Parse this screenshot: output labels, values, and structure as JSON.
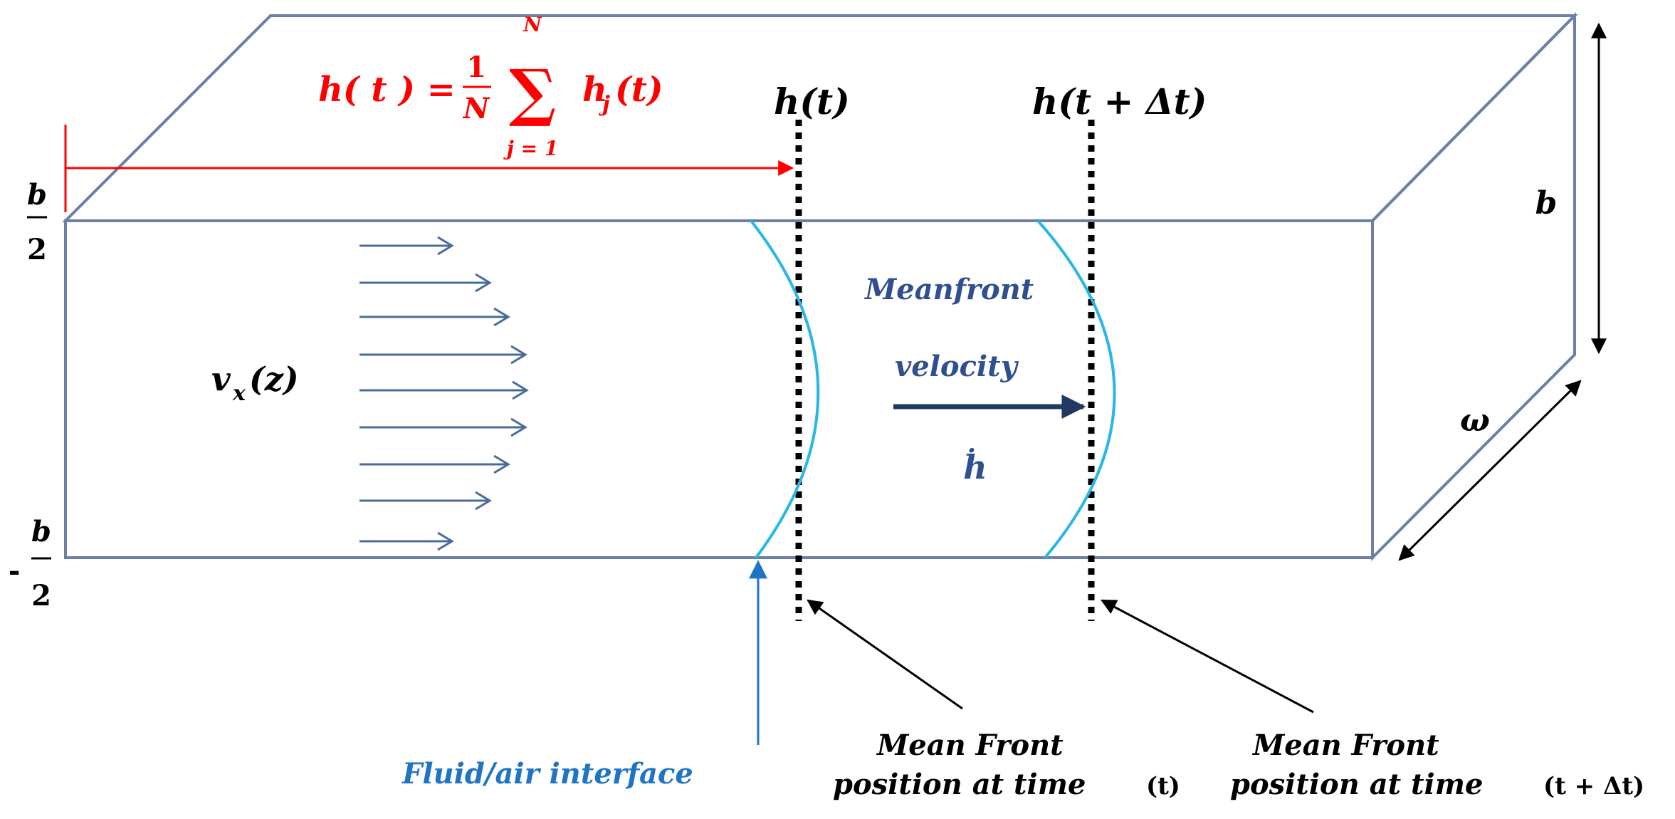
{
  "colors": {
    "box_edge": "#6b7fa8",
    "flow_arrow": "#4a6a9c",
    "interface": "#29b6e8",
    "mean_arrow": "#1f3864",
    "red": "#ff0000",
    "black": "#000000",
    "blue_label": "#1f75c4",
    "navy_label": "#2f4f8f"
  },
  "formula": {
    "lhs": "h( t ) =",
    "frac_num": "1",
    "frac_den": "N",
    "sum_symbol": "∑",
    "sum_upper": "N",
    "sum_lower": "j = 1",
    "term": "h",
    "term_sub": "j",
    "term_arg": "(t)"
  },
  "labels": {
    "h_t": "h(t)",
    "h_t_dt": "h(t + Δt)",
    "b_top_num": "b",
    "b_top_den": "2",
    "b_bot_sign": "-",
    "b_bot_num": "b",
    "b_bot_den": "2",
    "b_right": "b",
    "omega": "ω",
    "vx_main": "v",
    "vx_sub": "x",
    "vx_arg": "(z)",
    "meanfront": "Meanfront",
    "velocity": "velocity",
    "hdot": "ḣ",
    "fluid_air": "Fluid/air  interface",
    "mf1_line1": "Mean Front",
    "mf1_line2": "position at time",
    "mf1_arg": "(t)",
    "mf2_line1": "Mean Front",
    "mf2_line2": "position at time",
    "mf2_arg": "(t + Δt)"
  },
  "flow_profile": {
    "description_levels": 9,
    "relative_lengths": [
      0.55,
      0.77,
      0.89,
      0.97,
      1.0,
      0.97,
      0.89,
      0.77,
      0.55
    ]
  }
}
